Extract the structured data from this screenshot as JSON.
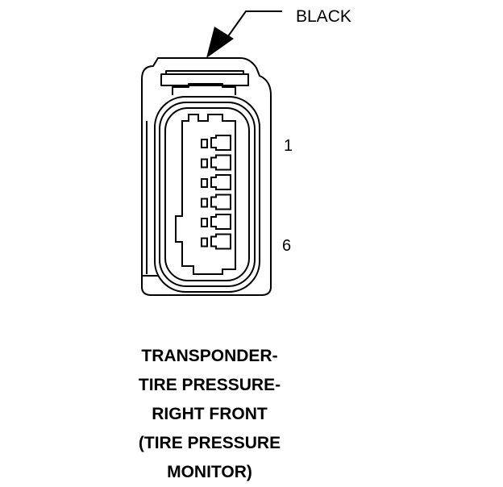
{
  "callout": {
    "color_label": "BLACK"
  },
  "pins": {
    "first_label": "1",
    "last_label": "6",
    "count": 6
  },
  "caption": {
    "lines": [
      "TRANSPONDER-",
      "TIRE PRESSURE-",
      "RIGHT FRONT",
      "(TIRE PRESSURE",
      "MONITOR)"
    ]
  }
}
